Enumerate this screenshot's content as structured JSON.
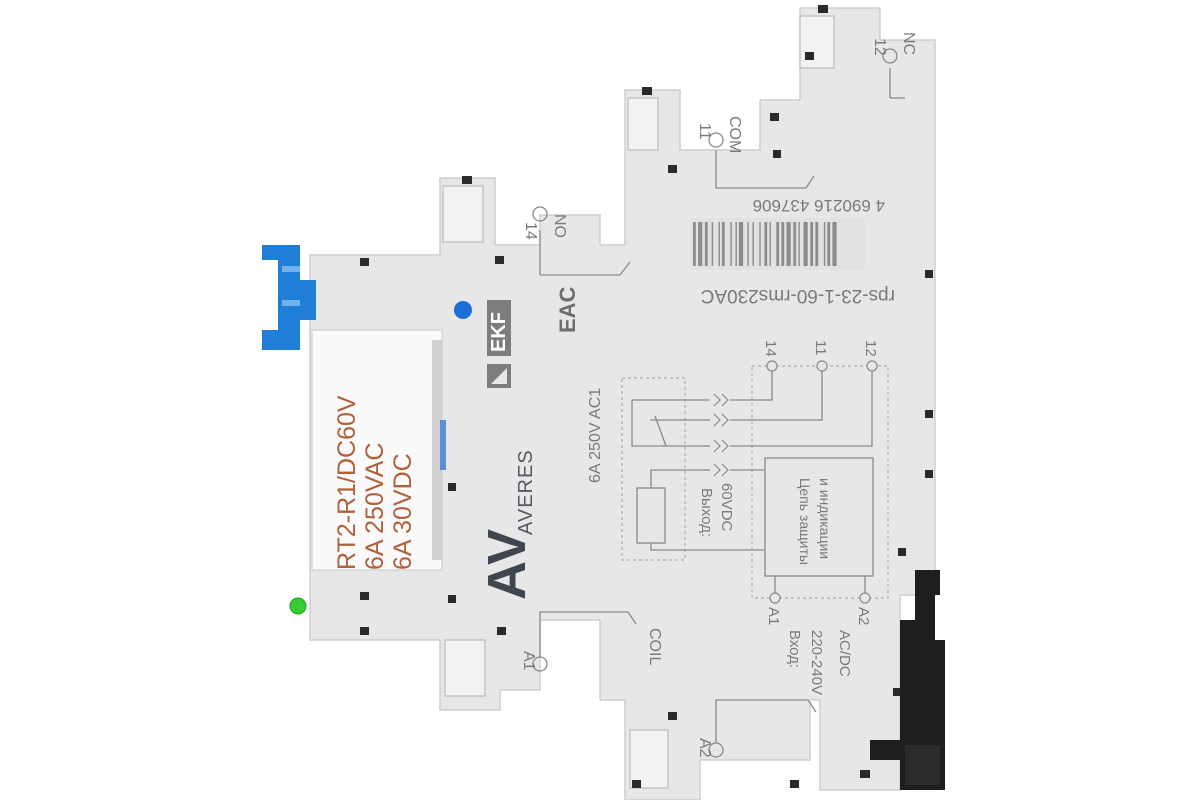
{
  "device": {
    "brand": "EKF",
    "series_logo": "AV",
    "series_name": "AVERES",
    "certification_mark": "EAC",
    "model": "rps-23-1-60-rms230AC",
    "barcode_digits": "4 690216 437606",
    "contact_rating": "6A 250V AC1",
    "output_label": "Выход:",
    "output_voltage": "60VDC",
    "input_label": "Вход:",
    "input_voltage": "220-240V",
    "input_type": "AC/DC",
    "protection_circuit_line1": "Цепь защиты",
    "protection_circuit_line2": "и индикации"
  },
  "terminals": {
    "t14": "14",
    "no": "NO",
    "t11": "11",
    "com": "COM",
    "t12": "12",
    "nc": "NC",
    "a1": "A1",
    "coil": "COIL",
    "a2": "A2"
  },
  "schematic": {
    "pin14": "14",
    "pin11": "11",
    "pin12": "12",
    "pinA1": "A1",
    "pinA2": "A2"
  },
  "relay_module": {
    "line1": "RT2-R1/DC60V",
    "line2": "6A  250VAC",
    "line3": "6A  30VDC"
  },
  "colors": {
    "housing": "#e6e6e6",
    "latch": "#1f7fd6",
    "led": "#33cc33",
    "indicator_dot": "#1e6ed8",
    "relay_text": "#b0603a"
  }
}
